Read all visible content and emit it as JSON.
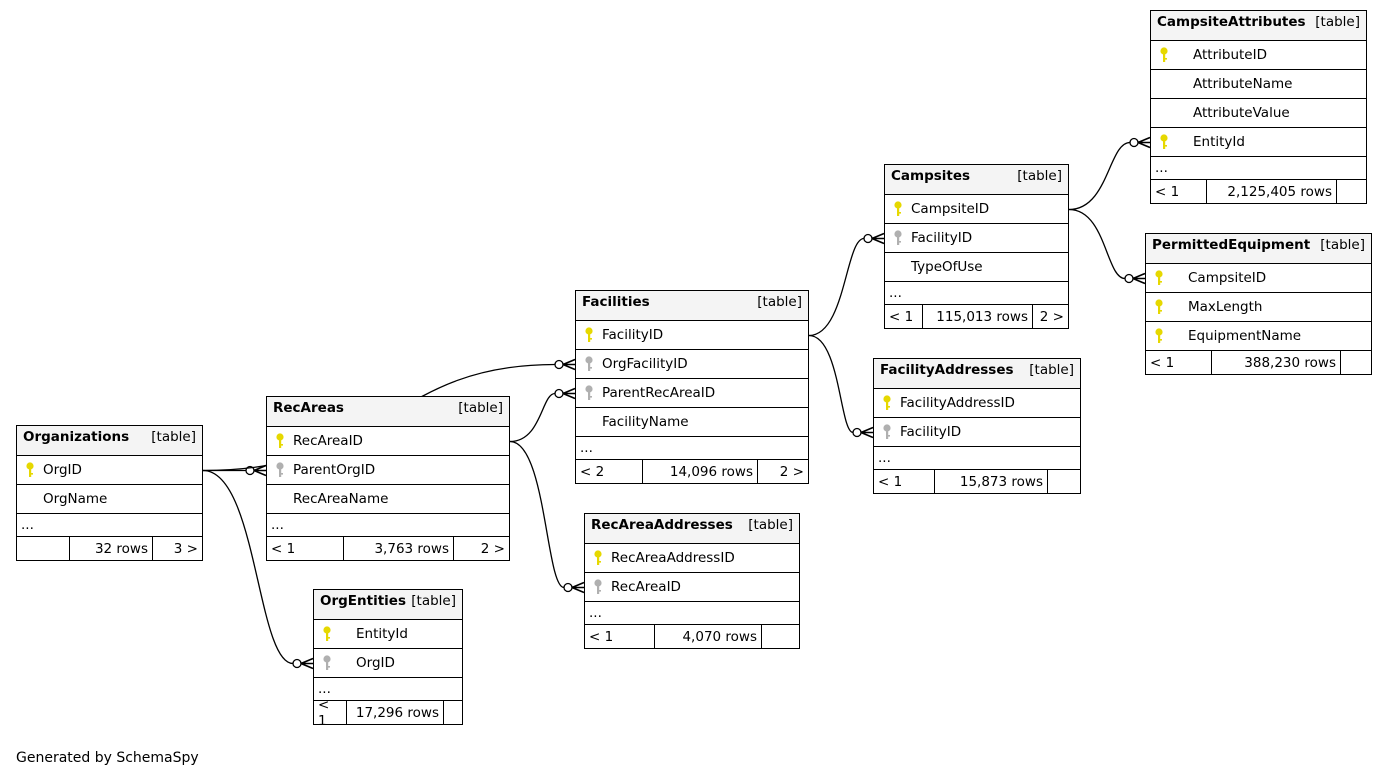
{
  "footer_text": "Generated by SchemaSpy",
  "colors": {
    "pk_key": "#e6d800",
    "fk_key": "#b0b0b0",
    "header_bg": "#f4f4f4"
  },
  "tables": [
    {
      "id": "organizations",
      "name": "Organizations",
      "kind": "[table]",
      "columns": [
        {
          "name": "OrgID",
          "key": "pk"
        },
        {
          "name": "OrgName",
          "key": ""
        }
      ],
      "more": "...",
      "parents": "",
      "rows": "32 rows",
      "children": "3 >"
    },
    {
      "id": "recareas",
      "name": "RecAreas",
      "kind": "[table]",
      "columns": [
        {
          "name": "RecAreaID",
          "key": "pk"
        },
        {
          "name": "ParentOrgID",
          "key": "fk"
        },
        {
          "name": "RecAreaName",
          "key": ""
        }
      ],
      "more": "...",
      "parents": "< 1",
      "rows": "3,763 rows",
      "children": "2 >"
    },
    {
      "id": "orgentities",
      "name": "OrgEntities",
      "kind": "[table]",
      "columns": [
        {
          "name": "EntityId",
          "key": "pk"
        },
        {
          "name": "OrgID",
          "key": "fk"
        }
      ],
      "more": "...",
      "parents": "< 1",
      "rows": "17,296 rows",
      "children": ""
    },
    {
      "id": "facilities",
      "name": "Facilities",
      "kind": "[table]",
      "columns": [
        {
          "name": "FacilityID",
          "key": "pk"
        },
        {
          "name": "OrgFacilityID",
          "key": "fk"
        },
        {
          "name": "ParentRecAreaID",
          "key": "fk"
        },
        {
          "name": "FacilityName",
          "key": ""
        }
      ],
      "more": "...",
      "parents": "< 2",
      "rows": "14,096 rows",
      "children": "2 >"
    },
    {
      "id": "recareaaddresses",
      "name": "RecAreaAddresses",
      "kind": "[table]",
      "columns": [
        {
          "name": "RecAreaAddressID",
          "key": "pk"
        },
        {
          "name": "RecAreaID",
          "key": "fk"
        }
      ],
      "more": "...",
      "parents": "< 1",
      "rows": "4,070 rows",
      "children": ""
    },
    {
      "id": "campsites",
      "name": "Campsites",
      "kind": "[table]",
      "columns": [
        {
          "name": "CampsiteID",
          "key": "pk"
        },
        {
          "name": "FacilityID",
          "key": "fk"
        },
        {
          "name": "TypeOfUse",
          "key": ""
        }
      ],
      "more": "...",
      "parents": "< 1",
      "rows": "115,013 rows",
      "children": "2 >"
    },
    {
      "id": "facilityaddresses",
      "name": "FacilityAddresses",
      "kind": "[table]",
      "columns": [
        {
          "name": "FacilityAddressID",
          "key": "pk"
        },
        {
          "name": "FacilityID",
          "key": "fk"
        }
      ],
      "more": "...",
      "parents": "< 1",
      "rows": "15,873 rows",
      "children": ""
    },
    {
      "id": "campsiteattributes",
      "name": "CampsiteAttributes",
      "kind": "[table]",
      "columns": [
        {
          "name": "AttributeID",
          "key": "pk"
        },
        {
          "name": "AttributeName",
          "key": ""
        },
        {
          "name": "AttributeValue",
          "key": ""
        },
        {
          "name": "EntityId",
          "key": "pk"
        }
      ],
      "more": "...",
      "parents": "< 1",
      "rows": "2,125,405 rows",
      "children": ""
    },
    {
      "id": "permittedequipment",
      "name": "PermittedEquipment",
      "kind": "[table]",
      "columns": [
        {
          "name": "CampsiteID",
          "key": "pk"
        },
        {
          "name": "MaxLength",
          "key": "pk"
        },
        {
          "name": "EquipmentName",
          "key": "pk"
        }
      ],
      "more": "",
      "parents": "< 1",
      "rows": "388,230 rows",
      "children": ""
    }
  ],
  "relationships": [
    {
      "from": "organizations.OrgID",
      "to": "recareas.ParentOrgID"
    },
    {
      "from": "organizations.OrgID",
      "to": "facilities.OrgFacilityID"
    },
    {
      "from": "organizations.OrgID",
      "to": "orgentities.OrgID"
    },
    {
      "from": "recareas.RecAreaID",
      "to": "facilities.ParentRecAreaID"
    },
    {
      "from": "recareas.RecAreaID",
      "to": "recareaaddresses.RecAreaID"
    },
    {
      "from": "facilities.FacilityID",
      "to": "campsites.FacilityID"
    },
    {
      "from": "facilities.FacilityID",
      "to": "facilityaddresses.FacilityID"
    },
    {
      "from": "campsites.CampsiteID",
      "to": "campsiteattributes.EntityId"
    },
    {
      "from": "campsites.CampsiteID",
      "to": "permittedequipment.CampsiteID"
    }
  ]
}
